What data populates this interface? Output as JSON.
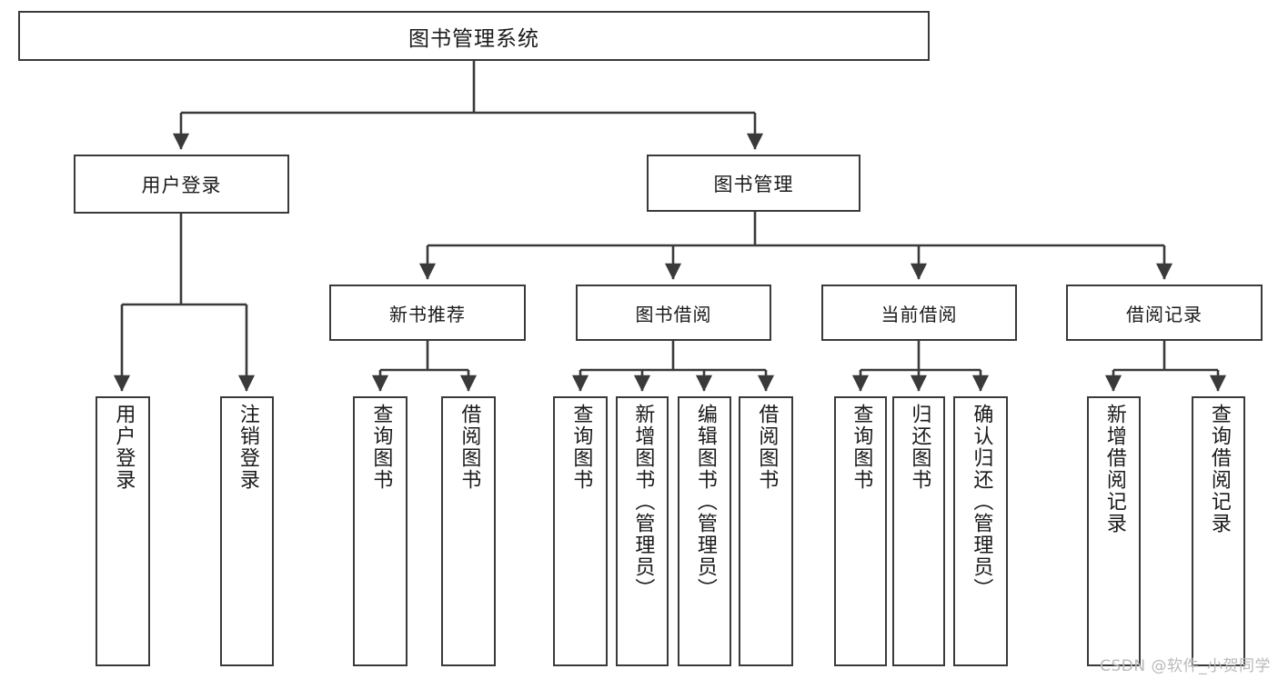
{
  "diagram": {
    "title": "图书管理系统",
    "type": "tree-hierarchy",
    "accent_color": "#3a3a3a",
    "background_color": "#ffffff",
    "watermark": "CSDN @软件_小贺同学",
    "nodes": {
      "root": {
        "label": "图书管理系统"
      },
      "l1": [
        {
          "label": "用户登录"
        },
        {
          "label": "图书管理"
        }
      ],
      "l2": [
        {
          "label": "新书推荐"
        },
        {
          "label": "图书借阅"
        },
        {
          "label": "当前借阅"
        },
        {
          "label": "借阅记录"
        }
      ],
      "leaves": {
        "user_login": [
          {
            "label": "用户登录"
          },
          {
            "label": "注销登录"
          }
        ],
        "new_book": [
          {
            "label": "查询图书"
          },
          {
            "label": "借阅图书"
          }
        ],
        "book_borrow": [
          {
            "label": "查询图书"
          },
          {
            "label": "新增图书（管理员）"
          },
          {
            "label": "编辑图书（管理员）"
          },
          {
            "label": "借阅图书"
          }
        ],
        "current_borrow": [
          {
            "label": "查询图书"
          },
          {
            "label": "归还图书"
          },
          {
            "label": "确认归还（管理员）"
          }
        ],
        "borrow_record": [
          {
            "label": "新增借阅记录"
          },
          {
            "label": "查询借阅记录"
          }
        ]
      }
    }
  }
}
